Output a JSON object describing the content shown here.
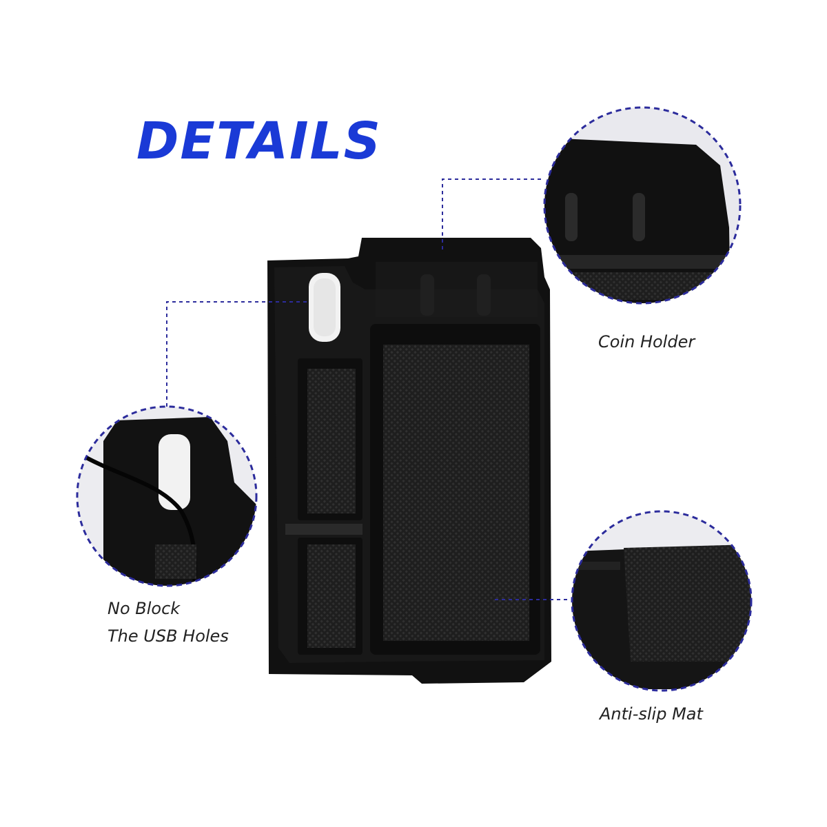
{
  "heading": "DETAILS",
  "callouts": {
    "coin_holder": "Coin Holder",
    "usb_line1": "No Block",
    "usb_line2": "The USB Holes",
    "anti_slip": "Anti-slip Mat"
  },
  "colors": {
    "accent": "#1a3ad6",
    "tray": "#141414",
    "dash": "#2c2c9c",
    "background": "#ffffff"
  }
}
